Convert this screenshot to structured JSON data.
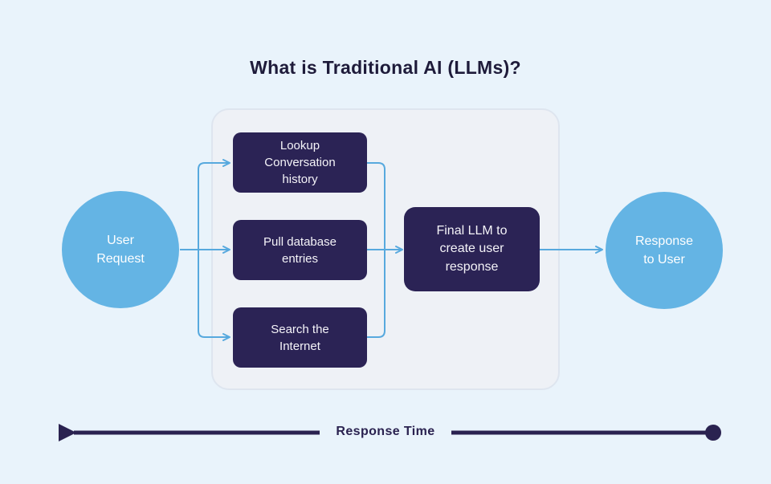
{
  "title": "What is Traditional AI (LLMs)?",
  "diagram": {
    "input_node": {
      "label": "User\nRequest"
    },
    "process_steps": [
      {
        "label": "Lookup\nConversation\nhistory"
      },
      {
        "label": "Pull database\nentries"
      },
      {
        "label": "Search the\nInternet"
      }
    ],
    "final_node": {
      "label": "Final LLM to\ncreate user\nresponse"
    },
    "output_node": {
      "label": "Response\nto User"
    }
  },
  "timeline": {
    "label": "Response Time"
  },
  "colors": {
    "background": "#e9f3fb",
    "panel_fill": "#eef1f6",
    "panel_border": "#dee5ef",
    "node_box_fill": "#2b2355",
    "node_circle_fill": "#64b4e4",
    "connector": "#57a9de",
    "timeline": "#2a2250",
    "title_text": "#1e1b3a",
    "node_text": "#ffffff"
  }
}
